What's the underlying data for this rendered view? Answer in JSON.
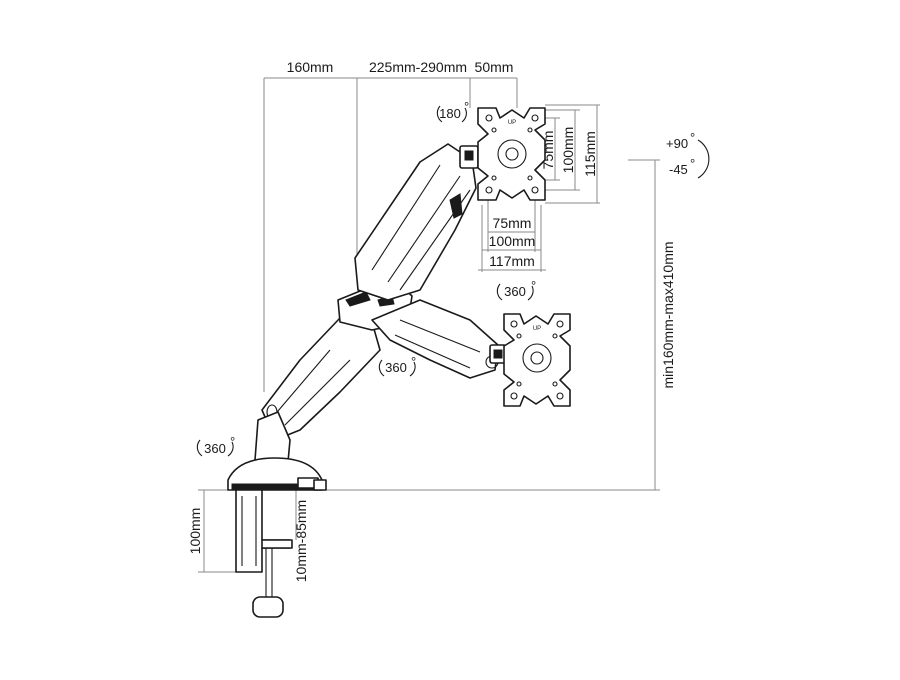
{
  "dimensions": {
    "top_left": "160mm",
    "top_middle": "225mm-290mm",
    "top_right": "50mm",
    "vesa_75_v": "75mm",
    "vesa_100_v": "100mm",
    "vesa_115_v": "115mm",
    "vesa_75_h": "75mm",
    "vesa_100_h": "100mm",
    "vesa_117_h": "117mm",
    "height_range": "min160mm-max410mm",
    "clamp_height": "100mm",
    "desk_thickness": "10mm-85mm"
  },
  "rotations": {
    "top_head": "180",
    "head_rotation": "360",
    "elbow": "360",
    "base": "360",
    "tilt_up": "+90",
    "tilt_down": "-45"
  },
  "plate_label": "UP"
}
